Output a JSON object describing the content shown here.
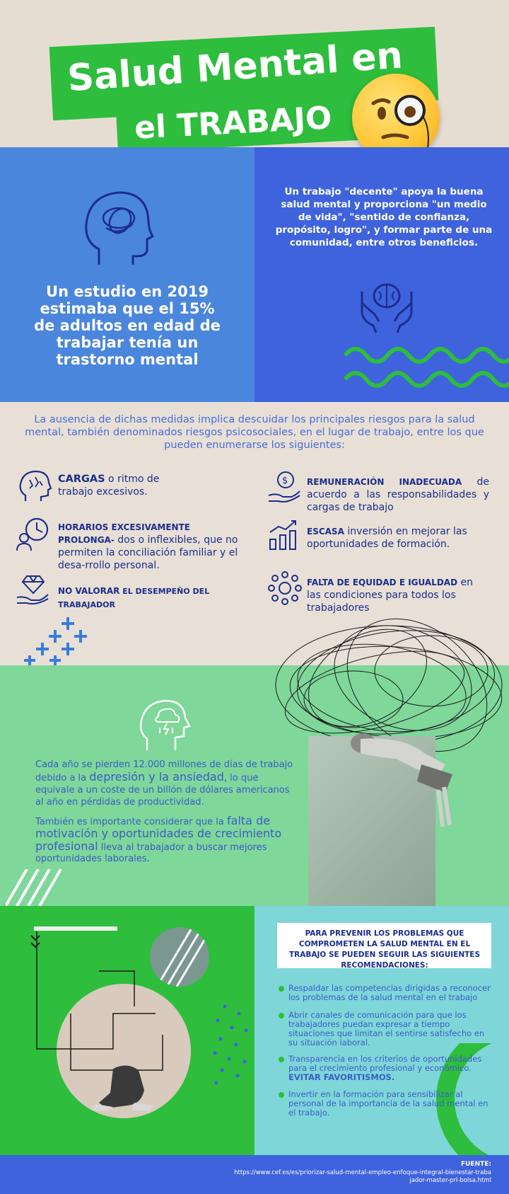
{
  "header": {
    "title_line1": "Salud Mental en",
    "title_line2": "el TRABAJO"
  },
  "stats": {
    "study_text": "Un estudio en 2019 estimaba que el 15% de adultos en edad de trabajar tenía un trastorno mental",
    "decent_work_text": "Un trabajo \"decente\" apoya la buena salud mental y proporciona \"un medio de vida\", \"sentido de confianza, propósito, logro\", y formar parte de una comunidad, entre otros beneficios."
  },
  "risks": {
    "intro": "La ausencia de dichas medidas implica descuidar los principales riesgos para la salud mental, también denominados riesgos psicosociales, en el lugar de trabajo, entre los que pueden enumerarse los siguientes:",
    "items": [
      {
        "head": "Cargas",
        "rest": " o ritmo de trabajo excesivos."
      },
      {
        "head": "Horarios excesivamente prolonga-",
        "rest": "dos o inflexibles, que no permiten la conciliación familiar y el desa-rrollo personal."
      },
      {
        "head": "No valorar",
        "rest": " el desempeño del trabajador"
      },
      {
        "head": "Remuneración inadecuada",
        "rest": " de acuerdo a las responsabilidades y cargas de trabajo"
      },
      {
        "head": "Escasa",
        "rest": " inversión en mejorar las oportunidades de formación."
      },
      {
        "head": "Falta de equidad e igualdad",
        "rest": " en las condiciones para todos los trabajadores"
      }
    ]
  },
  "impact": {
    "loss_pre": "Cada año se pierden 12.000 millones de días de trabajo debido a la ",
    "loss_hl": "depresión y la ansiedad",
    "loss_post": ", lo que equivale a un coste de un billón de dólares americanos al año en pérdidas de productividad.",
    "motiv_pre": "También es importante considerar que la ",
    "motiv_hl": "falta de motivación y oportunidades de crecimiento profesional",
    "motiv_post": " lleva al trabajador a buscar mejores oportunidades laborales."
  },
  "recommendations": {
    "title": "Para prevenir los problemas que comprometen la salud mental en el trabajo se pueden seguir las siguientes recomendaciones:",
    "items": [
      "Respaldar las competencias dirigidas a reconocer los problemas de la salud mental en el trabajo",
      "Abrir canales de comunicación para que los trabajadores puedan expresar a tiempo situaciones que limitan el sentirse satisfecho en su situación laboral.",
      "Transparencia en los criterios de oportunidades para el crecimiento profesional y económico.",
      "Invertir en la formación para sensibilizar al personal de la importancia de la salud mental en el trabajo."
    ],
    "item3_emph": "EVITAR FAVORITISMOS."
  },
  "footer": {
    "source_label": "FUENTE:",
    "source_url": "https://www.cef.es/es/priorizar-salud-mental-empleo-enfoque-integral-bienestar-trabajador-master-prl-bolsa.html"
  },
  "colors": {
    "green": "#2ebd3d",
    "blue": "#3f63dc",
    "light_blue": "#4a86dc",
    "navy": "#1c2d8c",
    "mint": "#7fd79a",
    "cyan": "#7ed6d8"
  }
}
